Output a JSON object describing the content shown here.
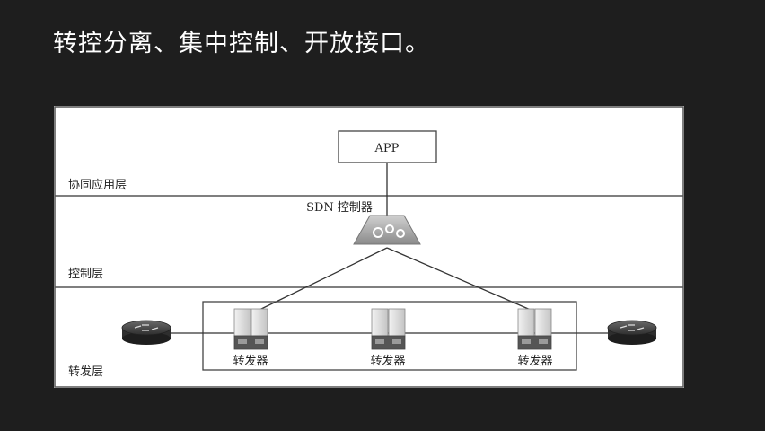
{
  "slide": {
    "title": "转控分离、集中控制、开放接口。"
  },
  "diagram": {
    "layers": {
      "app_layer": "协同应用层",
      "control_layer": "控制层",
      "forward_layer": "转发层"
    },
    "app_box": "APP",
    "controller_label": "SDN 控制器",
    "forwarders": [
      "转发器",
      "转发器",
      "转发器"
    ]
  }
}
